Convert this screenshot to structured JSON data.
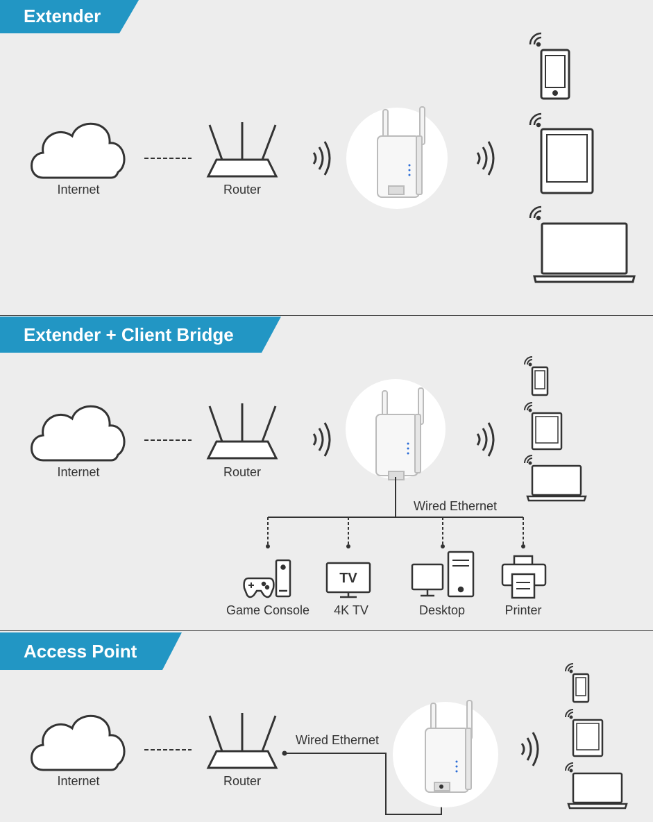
{
  "colors": {
    "banner": "#2296c4",
    "background": "#ededed",
    "line": "#333333"
  },
  "sections": [
    {
      "title": "Extender",
      "internet_label": "Internet",
      "router_label": "Router"
    },
    {
      "title": "Extender + Client Bridge",
      "internet_label": "Internet",
      "router_label": "Router",
      "wired_label": "Wired Ethernet",
      "devices": [
        {
          "label": "Game Console",
          "icon": "game-console-icon"
        },
        {
          "label": "4K TV",
          "icon": "tv-icon",
          "screen_text": "TV"
        },
        {
          "label": "Desktop",
          "icon": "desktop-icon"
        },
        {
          "label": "Printer",
          "icon": "printer-icon"
        }
      ]
    },
    {
      "title": "Access Point",
      "internet_label": "Internet",
      "router_label": "Router",
      "wired_label": "Wired Ethernet"
    }
  ]
}
